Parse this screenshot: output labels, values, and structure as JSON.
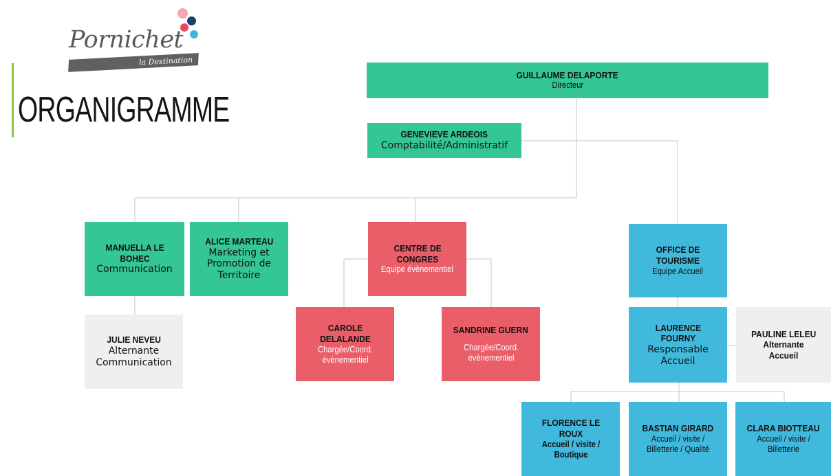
{
  "logo": {
    "text": "Pornichet",
    "tagline": "la Destination"
  },
  "page": {
    "title": "ORGANIGRAMME"
  },
  "colors": {
    "green": "#34c794",
    "red": "#ea5e69",
    "blue": "#41b9dd",
    "grey": "#efefef",
    "accent": "#8dc63f"
  },
  "nodes": {
    "delaporte": {
      "name": "GUILLAUME DELAPORTE",
      "role": "Directeur"
    },
    "ardeois": {
      "name": "GENEVIEVE ARDEOIS",
      "role": "Comptabilité/Administratif"
    },
    "lebohec": {
      "name": "MANUELLA LE BOHEC",
      "role": "Communication"
    },
    "marteau": {
      "name": "ALICE MARTEAU",
      "role": "Marketing et Promotion de Territoire"
    },
    "congres": {
      "name": "CENTRE DE CONGRES",
      "role": "Equipe évènementiel"
    },
    "tourisme": {
      "name": "OFFICE DE TOURISME",
      "role": "Equipe Accueil"
    },
    "neveu": {
      "name": "JULIE NEVEU",
      "role": "Alternante Communication"
    },
    "delalande": {
      "name": "CAROLE DELALANDE",
      "role": "Chargée/Coord. évènementiel"
    },
    "guern": {
      "name": "SANDRINE GUERN",
      "role": "Chargée/Coord. évènementiel"
    },
    "fourny": {
      "name": "LAURENCE FOURNY",
      "role": "Responsable Accueil"
    },
    "leleu": {
      "name": "PAULINE LELEU",
      "role": "Alternante Accueil"
    },
    "leroux": {
      "name": "FLORENCE LE ROUX",
      "role": "Accueil / visite / Boutique"
    },
    "girard": {
      "name": "BASTIAN GIRARD",
      "role": "Accueil / visite / Billetterie / Qualité"
    },
    "biotteau": {
      "name": "CLARA BIOTTEAU",
      "role": "Accueil / visite / Billetterie"
    }
  }
}
